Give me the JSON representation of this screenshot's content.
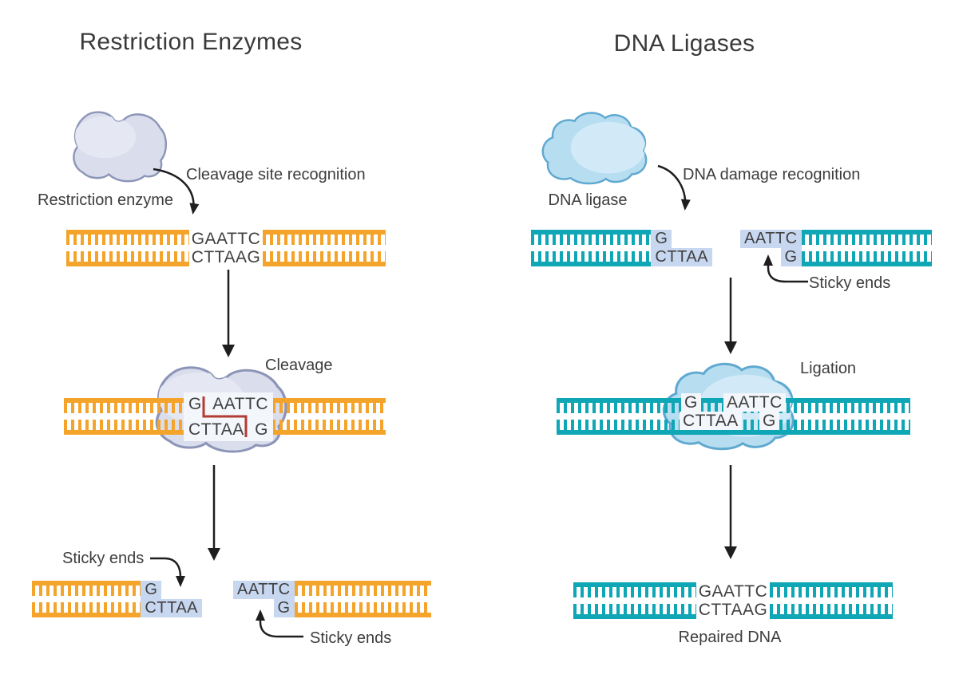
{
  "colors": {
    "orange": "#F5A42B",
    "teal": "#0FA6B6",
    "enzyme_fill": "#D9DDEC",
    "enzyme_inner": "#E5E8F3",
    "enzyme_stroke": "#8C95B7",
    "ligase_fill": "#B7DDF0",
    "ligase_inner": "#D2EAF7",
    "ligase_stroke": "#5FA9D0",
    "highlight": "#C8D7F0",
    "cut_line": "#B23B33",
    "seq_box": "#F3F6FB",
    "arrow": "#1E1E1E",
    "ink": "#3D3D3D"
  },
  "left_panel": {
    "title": "Restriction Enzymes",
    "enzyme_label": "Restriction enzyme",
    "recognition_label": "Cleavage site recognition",
    "dna_intact": {
      "top": "GAATTC",
      "bottom": "CTTAAG"
    },
    "cleavage_label": "Cleavage",
    "cleavage_site": {
      "top_left": "G",
      "top_right": "AATTC",
      "bottom_left": "CTTAA",
      "bottom_right": "G"
    },
    "sticky_ends_label_left": "Sticky ends",
    "sticky_ends_label_right": "Sticky ends",
    "fragment_left": {
      "top": "G",
      "bottom": "CTTAA"
    },
    "fragment_right": {
      "top": "AATTC",
      "bottom": "G"
    }
  },
  "right_panel": {
    "title": "DNA Ligases",
    "enzyme_label": "DNA ligase",
    "recognition_label": "DNA damage recognition",
    "fragment_left": {
      "top": "G",
      "bottom": "CTTAA"
    },
    "fragment_right": {
      "top": "AATTC",
      "bottom": "G"
    },
    "sticky_ends_label": "Sticky ends",
    "ligation_label": "Ligation",
    "ligation_site": {
      "top_left": "G",
      "top_right": "AATTC",
      "bottom_left": "CTTAA",
      "bottom_right": "G"
    },
    "dna_repaired": {
      "top": "GAATTC",
      "bottom": "CTTAAG"
    },
    "repaired_label": "Repaired DNA"
  }
}
